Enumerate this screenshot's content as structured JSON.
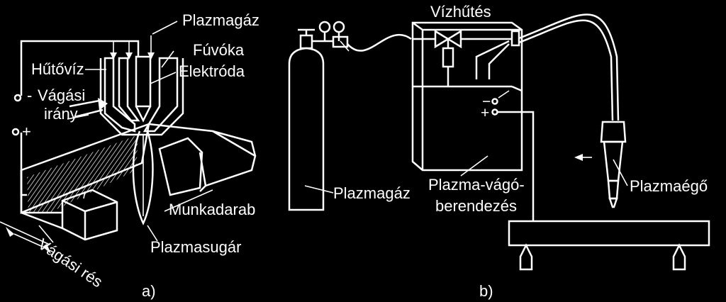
{
  "diagram_a": {
    "labels": {
      "plasma_gas": "Plazmagáz",
      "nozzle": "Fúvóka",
      "electrode": "Elektróda",
      "cooling_water": "Hűtővíz",
      "cut_direction_line1": "Vágási",
      "cut_direction_line2": "irány",
      "minus": "-",
      "plus": "+",
      "workpiece": "Munkadarab",
      "plasma_jet": "Plazmasugár",
      "kerf": "Vágási rés",
      "caption": "a)"
    }
  },
  "diagram_b": {
    "labels": {
      "water_cooling": "Vízhűtés",
      "plasma_gas": "Plazmagáz",
      "cutting_unit_line1": "Plazma-vágó-",
      "cutting_unit_line2": "berendezés",
      "torch": "Plazmaégő",
      "minus": "−",
      "plus": "+",
      "caption": "b)"
    }
  },
  "colors": {
    "background": "#000000",
    "line": "#ffffff"
  }
}
